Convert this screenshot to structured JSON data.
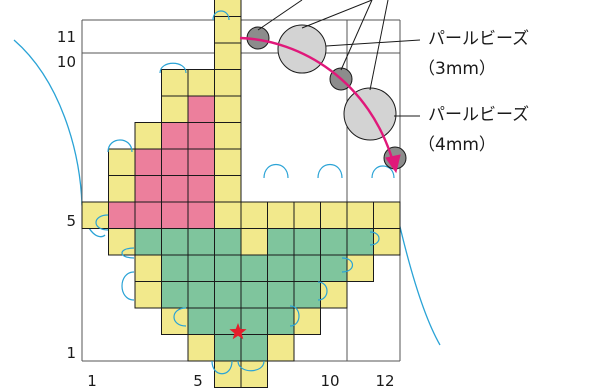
{
  "colors": {
    "yellow": "#f2e98c",
    "pink": "#ec7f9c",
    "green": "#7fc59d",
    "grid_line": "#1a1a1a",
    "thread": "#2aa3d6",
    "arrow": "#e0187a",
    "pearl_fill": "#d3d3d3",
    "pearl_small_fill": "#8c8c8c",
    "star": "#e51d2a"
  },
  "axis": {
    "x_labels": [
      {
        "col": 1,
        "text": "1"
      },
      {
        "col": 5,
        "text": "5"
      },
      {
        "col": 10,
        "text": "10"
      },
      {
        "col": 12,
        "text": "12"
      }
    ],
    "y_labels": [
      {
        "row": 11,
        "text": "11"
      },
      {
        "row": 10,
        "text": "10"
      },
      {
        "row": 5,
        "text": "5"
      },
      {
        "row": 1,
        "text": "1"
      }
    ]
  },
  "pattern": {
    "rows": [
      {
        "row": 1,
        "y": "YY"
      },
      {
        "row": 2,
        "cells": [
          [
            5,
            "Y"
          ],
          [
            6,
            "G"
          ],
          [
            7,
            "G"
          ],
          [
            8,
            "Y"
          ]
        ]
      }
    ],
    "grid": [
      ".....Y........",
      "....YYY.......",
      "...YGGGY......",
      "..YGGGGGY.....",
      ".YGGGGGGGY....",
      "YGGGGGGGGGY...",
      "YGGGGGGGGGGY..",
      "YYYYYYYYYYYY..",
      ".YPPPY........",
      ".YPPPY........",
      "..YPPY........",
      "..YYPY........",
      "...YPY........",
      "....YY........",
      "....Y........."
    ]
  },
  "beads": {
    "pearl_3mm_label": "パールビーズ",
    "pearl_3mm_size": "（3mm）",
    "pearl_4mm_label": "パールビーズ",
    "pearl_4mm_size": "（4mm）"
  }
}
